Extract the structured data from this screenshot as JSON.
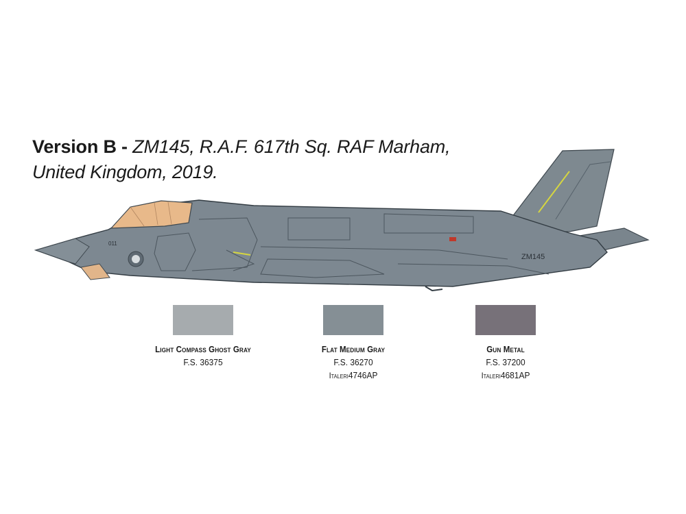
{
  "header": {
    "version_label": "Version B -",
    "description_line1": "ZM145, R.A.F. 617th Sq. RAF Marham,",
    "description_line2": "United Kingdom, 2019."
  },
  "aircraft": {
    "serial": "ZM145",
    "nose_number": "011",
    "colors": {
      "body": "#7d8891",
      "body_dark": "#5f6a73",
      "panel_line": "#4a545c",
      "canopy": "#e8b98a",
      "stripe": "#d6d640"
    }
  },
  "swatches": [
    {
      "name": "Light Compass Ghost Gray",
      "fs": "F.S. 36375",
      "brand": "",
      "code": "",
      "color": "#a6abae"
    },
    {
      "name": "Flat Medium Gray",
      "fs": "F.S. 36270",
      "brand": "Italeri",
      "code": "4746AP",
      "color": "#858f95"
    },
    {
      "name": "Gun Metal",
      "fs": "F.S. 37200",
      "brand": "Italeri",
      "code": "4681AP",
      "color": "#777179"
    }
  ]
}
